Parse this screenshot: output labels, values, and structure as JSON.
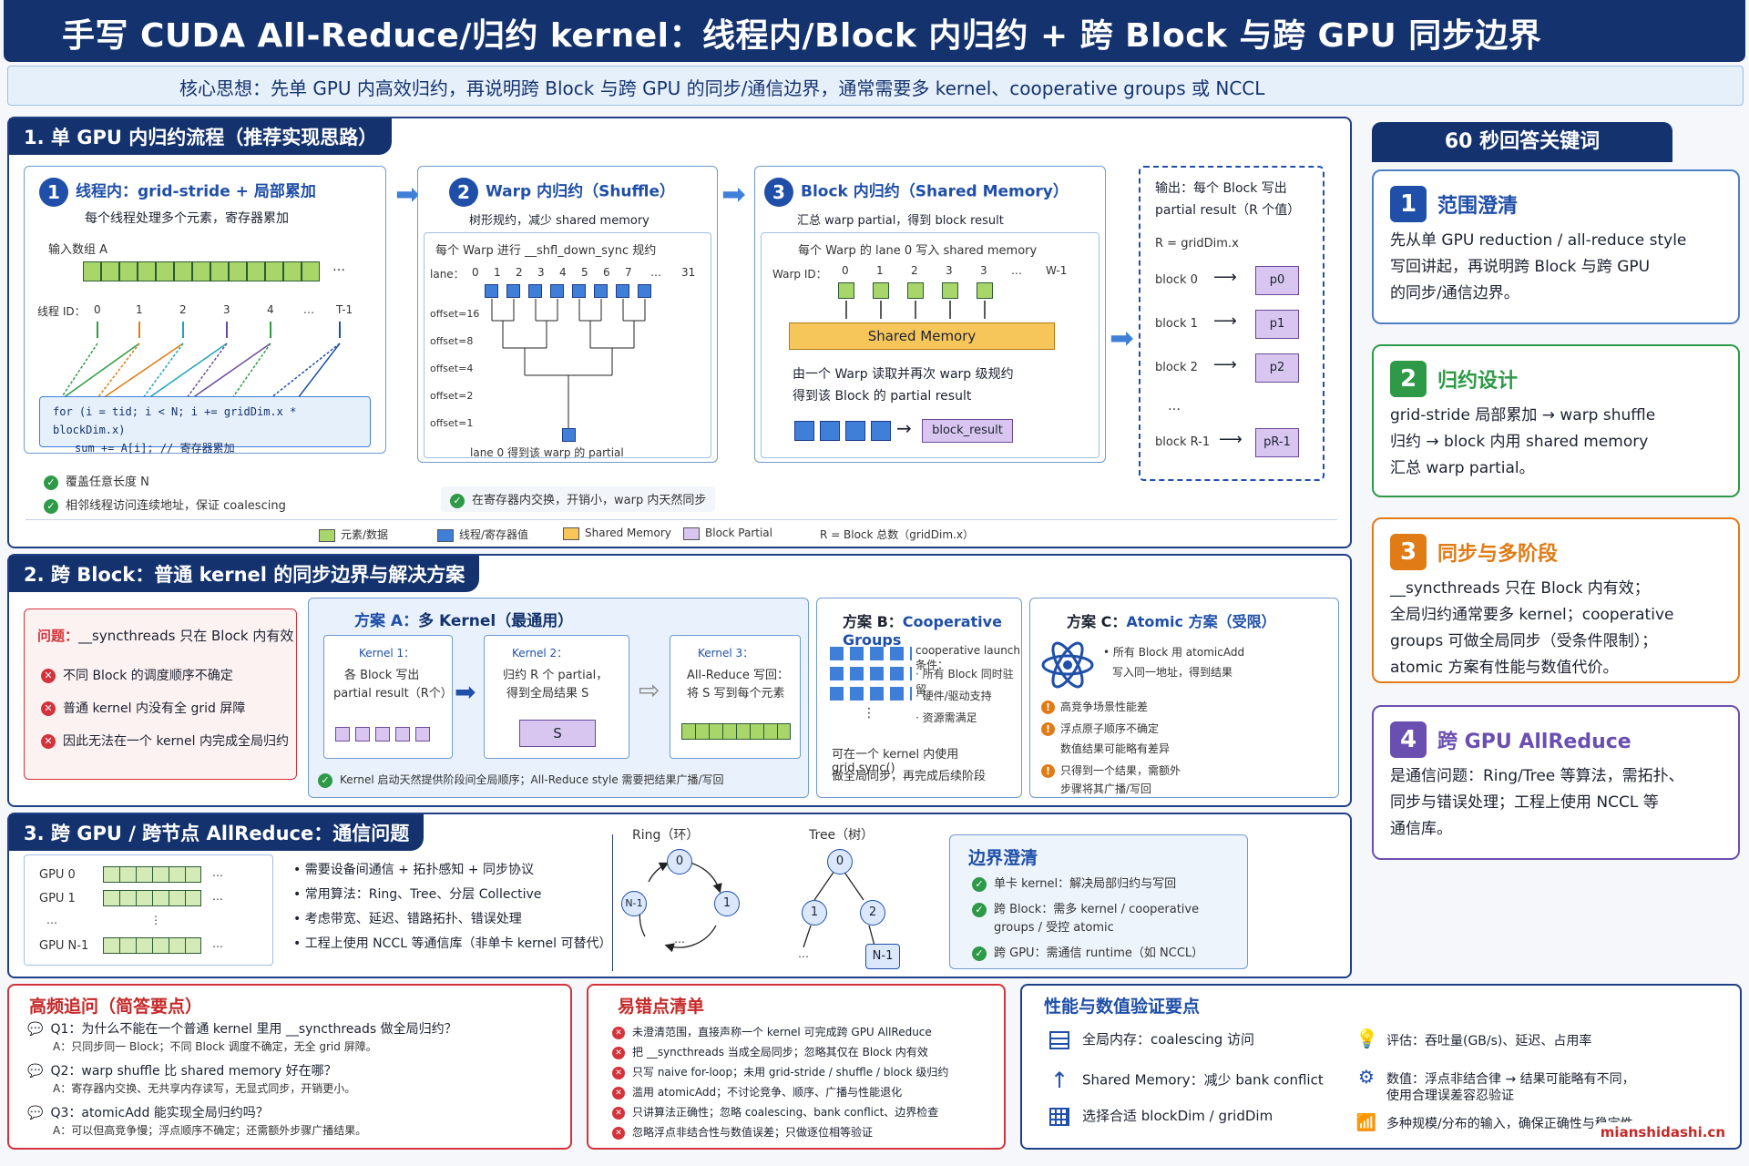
{
  "title": "手写 CUDA All-Reduce/归约 kernel：线程内/Block 内归约 + 跨 Block 与跨 GPU 同步边界",
  "subtitle": "核心思想：先单 GPU 内高效归约，再说明跨 Block 与跨 GPU 的同步/通信边界，通常需要多 kernel、cooperative groups 或 NCCL",
  "colors": {
    "navy": "#14336e",
    "green": "#a9d66b",
    "blue": "#3f7fd8",
    "yellow": "#f7c65a",
    "purple": "#d8c6f0"
  },
  "s1": {
    "heading": "1. 单 GPU 内归约流程（推荐实现思路）",
    "step1": {
      "num": "1",
      "title": "线程内：grid-stride + 局部累加",
      "desc": "每个线程处理多个元素，寄存器累加",
      "array_label": "输入数组 A",
      "dots": "…",
      "tid_label": "线程 ID：",
      "tids": [
        "0",
        "1",
        "2",
        "3",
        "4",
        "…",
        "T-1"
      ],
      "code1": "for (i = tid; i < N; i += gridDim.x * blockDim.x)",
      "code2": "sum += A[i];   // 寄存器累加",
      "check1": "覆盖任意长度 N",
      "check2": "相邻线程访问连续地址，保证 coalescing"
    },
    "step2": {
      "num": "2",
      "title": "Warp 内归约（Shuffle）",
      "desc": "树形规约，减少 shared memory",
      "inner": "每个 Warp 进行 __shfl_down_sync 规约",
      "lane_label": "lane：",
      "lanes": [
        "0",
        "1",
        "2",
        "3",
        "4",
        "5",
        "6",
        "7",
        "…",
        "31"
      ],
      "offsets": [
        "offset=16",
        "offset=8",
        "offset=4",
        "offset=2",
        "offset=1"
      ],
      "result": "lane 0 得到该 warp 的 partial",
      "check": "在寄存器内交换，开销小，warp 内天然同步"
    },
    "step3": {
      "num": "3",
      "title": "Block 内归约（Shared Memory）",
      "desc": "汇总 warp partial，得到 block result",
      "inner": "每个 Warp 的 lane 0 写入 shared memory",
      "warp_label": "Warp ID：",
      "warps": [
        "0",
        "1",
        "2",
        "3",
        "3",
        "…",
        "W-1"
      ],
      "smem": "Shared Memory",
      "note1": "由一个 Warp 读取并再次 warp 级规约",
      "note2": "得到该 Block 的 partial result",
      "block_result": "block_result"
    },
    "output": {
      "title1": "输出：每个 Block 写出",
      "title2": "partial result（R 个值）",
      "r": "R = gridDim.x",
      "rows": [
        {
          "block": "block 0",
          "p": "p0"
        },
        {
          "block": "block 1",
          "p": "p1"
        },
        {
          "block": "block 2",
          "p": "p2"
        },
        {
          "block": "block R-1",
          "p": "pR-1"
        }
      ],
      "dots": "…"
    },
    "legend": [
      "元素/数据",
      "线程/寄存器值",
      "Shared Memory",
      "Block Partial"
    ],
    "legend_note": "R = Block 总数（gridDim.x）"
  },
  "s2": {
    "heading": "2. 跨 Block：普通 kernel 的同步边界与解决方案",
    "problem": {
      "title_red": "问题：",
      "title_rest": "__syncthreads 只在 Block 内有效",
      "items": [
        "不同 Block 的调度顺序不确定",
        "普通 kernel 内没有全 grid 屏障",
        "因此无法在一个 kernel 内完成全局归约"
      ]
    },
    "planA": {
      "title_a": "方案 A：",
      "title_b": "多 Kernel（最通用）",
      "k1_title": "Kernel 1：",
      "k1_l1": "各 Block 写出",
      "k1_l2": "partial result（R个）",
      "k2_title": "Kernel 2：",
      "k2_l1": "归约 R 个 partial，",
      "k2_l2": "得到全局结果 S",
      "s": "S",
      "k3_title": "Kernel 3：",
      "k3_l1": "All-Reduce 写回：",
      "k3_l2": "将 S 写到每个元素",
      "check": "Kernel 启动天然提供阶段间全局顺序；All-Reduce style 需要把结果广播/写回"
    },
    "planB": {
      "title_a": "方案 B：",
      "title_b": "Cooperative Groups",
      "cond": "cooperative launch 条件：",
      "items": [
        "所有 Block 同时驻留",
        "硬件/驱动支持",
        "资源需满足"
      ],
      "note1": "可在一个 kernel 内使用 grid.sync()",
      "note2": "做全局同步，再完成后续阶段"
    },
    "planC": {
      "title_a": "方案 C：",
      "title_b": "Atomic 方案（受限）",
      "l1": "所有 Block 用 atomicAdd",
      "l2": "写入同一地址，得到结果",
      "warns": [
        {
          "l1": "高竞争场景性能差",
          "l2": ""
        },
        {
          "l1": "浮点原子顺序不确定",
          "l2": "数值结果可能略有差异"
        },
        {
          "l1": "只得到一个结果，需额外",
          "l2": "步骤将其广播/写回"
        }
      ]
    }
  },
  "s3": {
    "heading": "3. 跨 GPU / 跨节点 AllReduce：通信问题",
    "gpus": [
      "GPU 0",
      "GPU 1",
      "…",
      "GPU N-1"
    ],
    "bullets": [
      "需要设备间通信 + 拓扑感知 + 同步协议",
      "常用算法：Ring、Tree、分层 Collective",
      "考虑带宽、延迟、错路拓扑、错误处理",
      "工程上使用 NCCL 等通信库（非单卡 kernel 可替代）"
    ],
    "ring_label": "Ring（环）",
    "ring_nodes": [
      "0",
      "1",
      "N-1",
      "…"
    ],
    "tree_label": "Tree（树）",
    "tree_nodes": [
      "0",
      "1",
      "2",
      "…",
      "N-1"
    ],
    "boundary": {
      "title": "边界澄清",
      "items": [
        {
          "l1": "单卡 kernel：解决局部归约与写回",
          "l2": ""
        },
        {
          "l1": "跨 Block：需多 kernel / cooperative",
          "l2": "groups / 受控 atomic"
        },
        {
          "l1": "跨 GPU：需通信 runtime（如 NCCL）",
          "l2": ""
        }
      ]
    }
  },
  "right": {
    "header": "60 秒回答关键词",
    "cards": [
      {
        "num": "1",
        "title": "范围澄清",
        "lines": [
          "先从单 GPU reduction / all-reduce style",
          "写回讲起，再说明跨 Block 与跨 GPU",
          "的同步/通信边界。"
        ]
      },
      {
        "num": "2",
        "title": "归约设计",
        "lines": [
          "grid-stride 局部累加 → warp shuffle",
          "归约 → block 内用 shared memory",
          "汇总 warp partial。"
        ]
      },
      {
        "num": "3",
        "title": "同步与多阶段",
        "lines": [
          "__syncthreads 只在 Block 内有效；",
          "全局归约通常要多 kernel；cooperative",
          "groups 可做全局同步（受条件限制）；",
          "atomic 方案有性能与数值代价。"
        ]
      },
      {
        "num": "4",
        "title": "跨 GPU AllReduce",
        "lines": [
          "是通信问题：Ring/Tree 等算法，需拓扑、",
          "同步与错误处理；工程上使用 NCCL 等",
          "通信库。"
        ]
      }
    ]
  },
  "faq": {
    "title": "高频追问（简答要点）",
    "items": [
      {
        "q": "Q1：为什么不能在一个普通 kernel 里用 __syncthreads 做全局归约？",
        "a": "A：只同步同一 Block；不同 Block 调度不确定，无全 grid 屏障。"
      },
      {
        "q": "Q2：warp shuffle 比 shared memory 好在哪？",
        "a": "A：寄存器内交换、无共享内存读写，无显式同步，开销更小。"
      },
      {
        "q": "Q3：atomicAdd 能实现全局归约吗？",
        "a": "A：可以但高竞争慢；浮点顺序不确定；还需额外步骤广播结果。"
      }
    ]
  },
  "pitfalls": {
    "title": "易错点清单",
    "items": [
      "未澄清范围，直接声称一个 kernel 可完成跨 GPU AllReduce",
      "把 __syncthreads 当成全局同步；忽略其仅在 Block 内有效",
      "只写 naive for-loop；未用 grid-stride / shuffle / block 级归约",
      "滥用 atomicAdd；不讨论竞争、顺序、广播与性能退化",
      "只讲算法正确性；忽略 coalescing、bank conflict、边界检查",
      "忽略浮点非结合性与数值误差；只做逐位相等验证"
    ]
  },
  "perf": {
    "title": "性能与数值验证要点",
    "left": [
      {
        "icon": "table-icon",
        "text": "全局内存：coalescing 访问"
      },
      {
        "icon": "arrow-up-icon",
        "text": "Shared Memory：减少 bank conflict"
      },
      {
        "icon": "grid-icon",
        "text": "选择合适 blockDim / gridDim"
      }
    ],
    "right": [
      {
        "icon": "bulb-icon",
        "l1": "评估：吞吐量(GB/s)、延迟、占用率",
        "l2": ""
      },
      {
        "icon": "gear-icon",
        "l1": "数值：浮点非结合律 → 结果可能略有不同，",
        "l2": "使用合理误差容忍验证"
      },
      {
        "icon": "wifi-icon",
        "l1": "多种规模/分布的输入，确保正确性与稳定性",
        "l2": ""
      }
    ]
  },
  "watermark": "mianshidashi.cn"
}
